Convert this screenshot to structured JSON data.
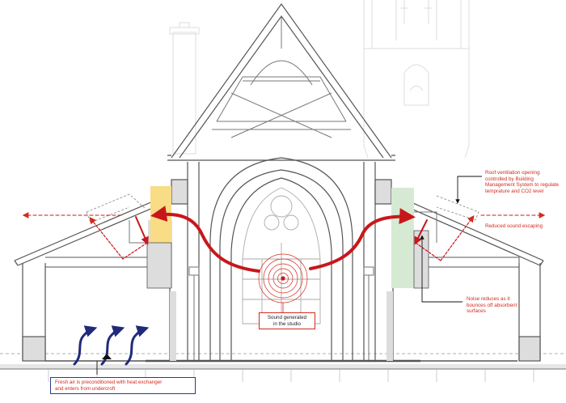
{
  "annotations": {
    "roof_ventilation": "Roof ventilation opening\ncontrolled by Building\nManagement System to regulate\ntemprature and CO2 level",
    "reduced_sound": "Reduced sound escaping",
    "noise_reduces": "Noise reduces as it\nbounces off absorbent\nsurfaces",
    "sound_generated": "Sound generated\nin the studio",
    "fresh_air": "Fresh air is preconditioned with heat exchanger\nand enters from undercroft"
  },
  "colors": {
    "sound_arrow": "#c8171b",
    "annotation_red": "#d42a1e",
    "fresh_air_arrow": "#1f2a7a",
    "absorber_left": "#f9dc86",
    "absorber_right": "#d6ead3",
    "structure": "#555555",
    "background_building": "#dddddd"
  }
}
